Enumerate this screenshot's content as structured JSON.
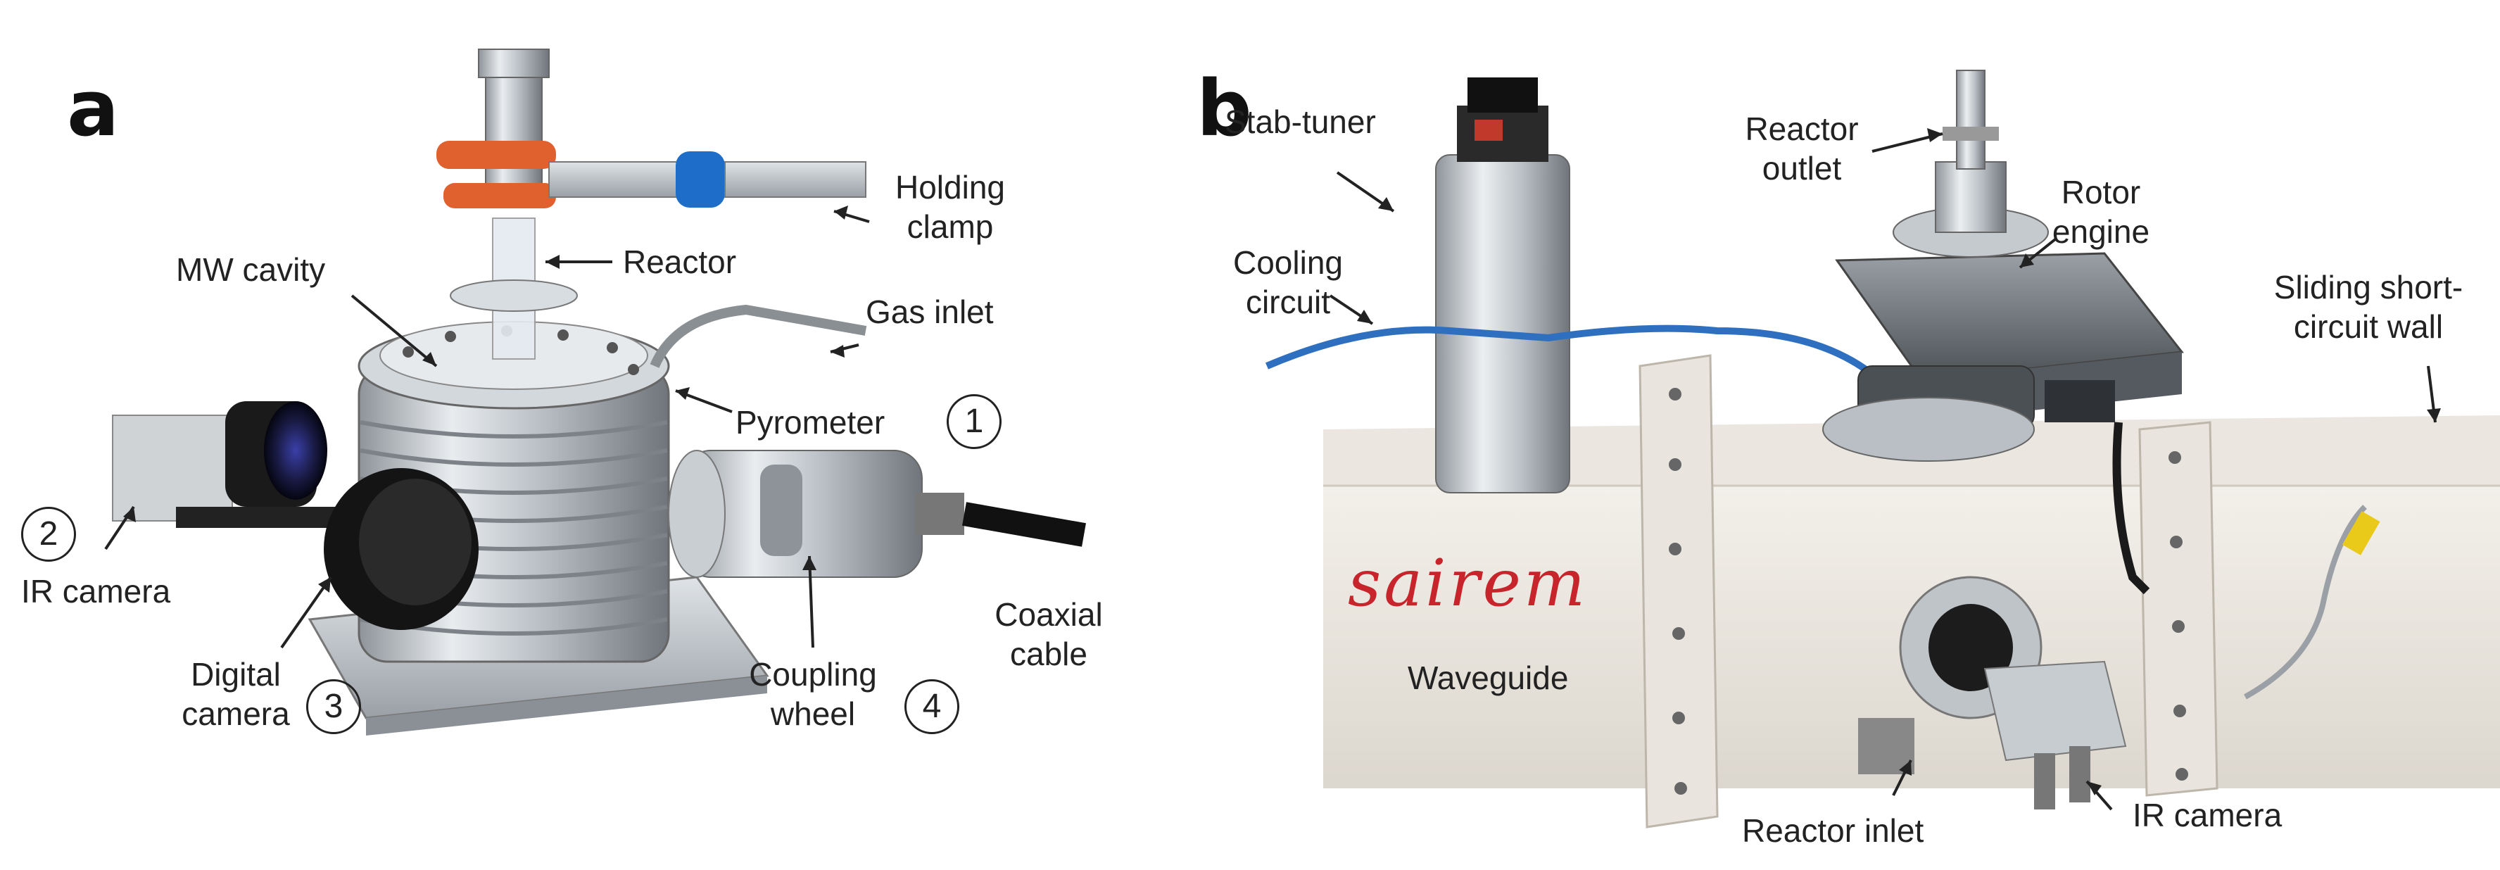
{
  "panel_a": {
    "letter": "a",
    "labels": {
      "holding_clamp": [
        "Holding",
        "clamp"
      ],
      "reactor": "Reactor",
      "mw_cavity": "MW cavity",
      "gas_inlet": "Gas inlet",
      "pyrometer": "Pyrometer",
      "ir_camera": "IR camera",
      "digital_camera": [
        "Digital",
        "camera"
      ],
      "coupling_wheel": [
        "Coupling",
        "wheel"
      ],
      "coaxial_cable": [
        "Coaxial",
        "cable"
      ]
    },
    "numbers": [
      "1",
      "2",
      "3",
      "4"
    ]
  },
  "panel_b": {
    "letter": "b",
    "labels": {
      "stab_tuner": "Stab-tuner",
      "cooling_circuit": [
        "Cooling",
        "circuit"
      ],
      "reactor_outlet": [
        "Reactor",
        "outlet"
      ],
      "rotor_engine": [
        "Rotor",
        "engine"
      ],
      "sliding_wall": [
        "Sliding short-",
        "circuit wall"
      ],
      "waveguide": "Waveguide",
      "reactor_inlet": "Reactor inlet",
      "ir_camera": "IR camera"
    },
    "brand": "sairem"
  }
}
